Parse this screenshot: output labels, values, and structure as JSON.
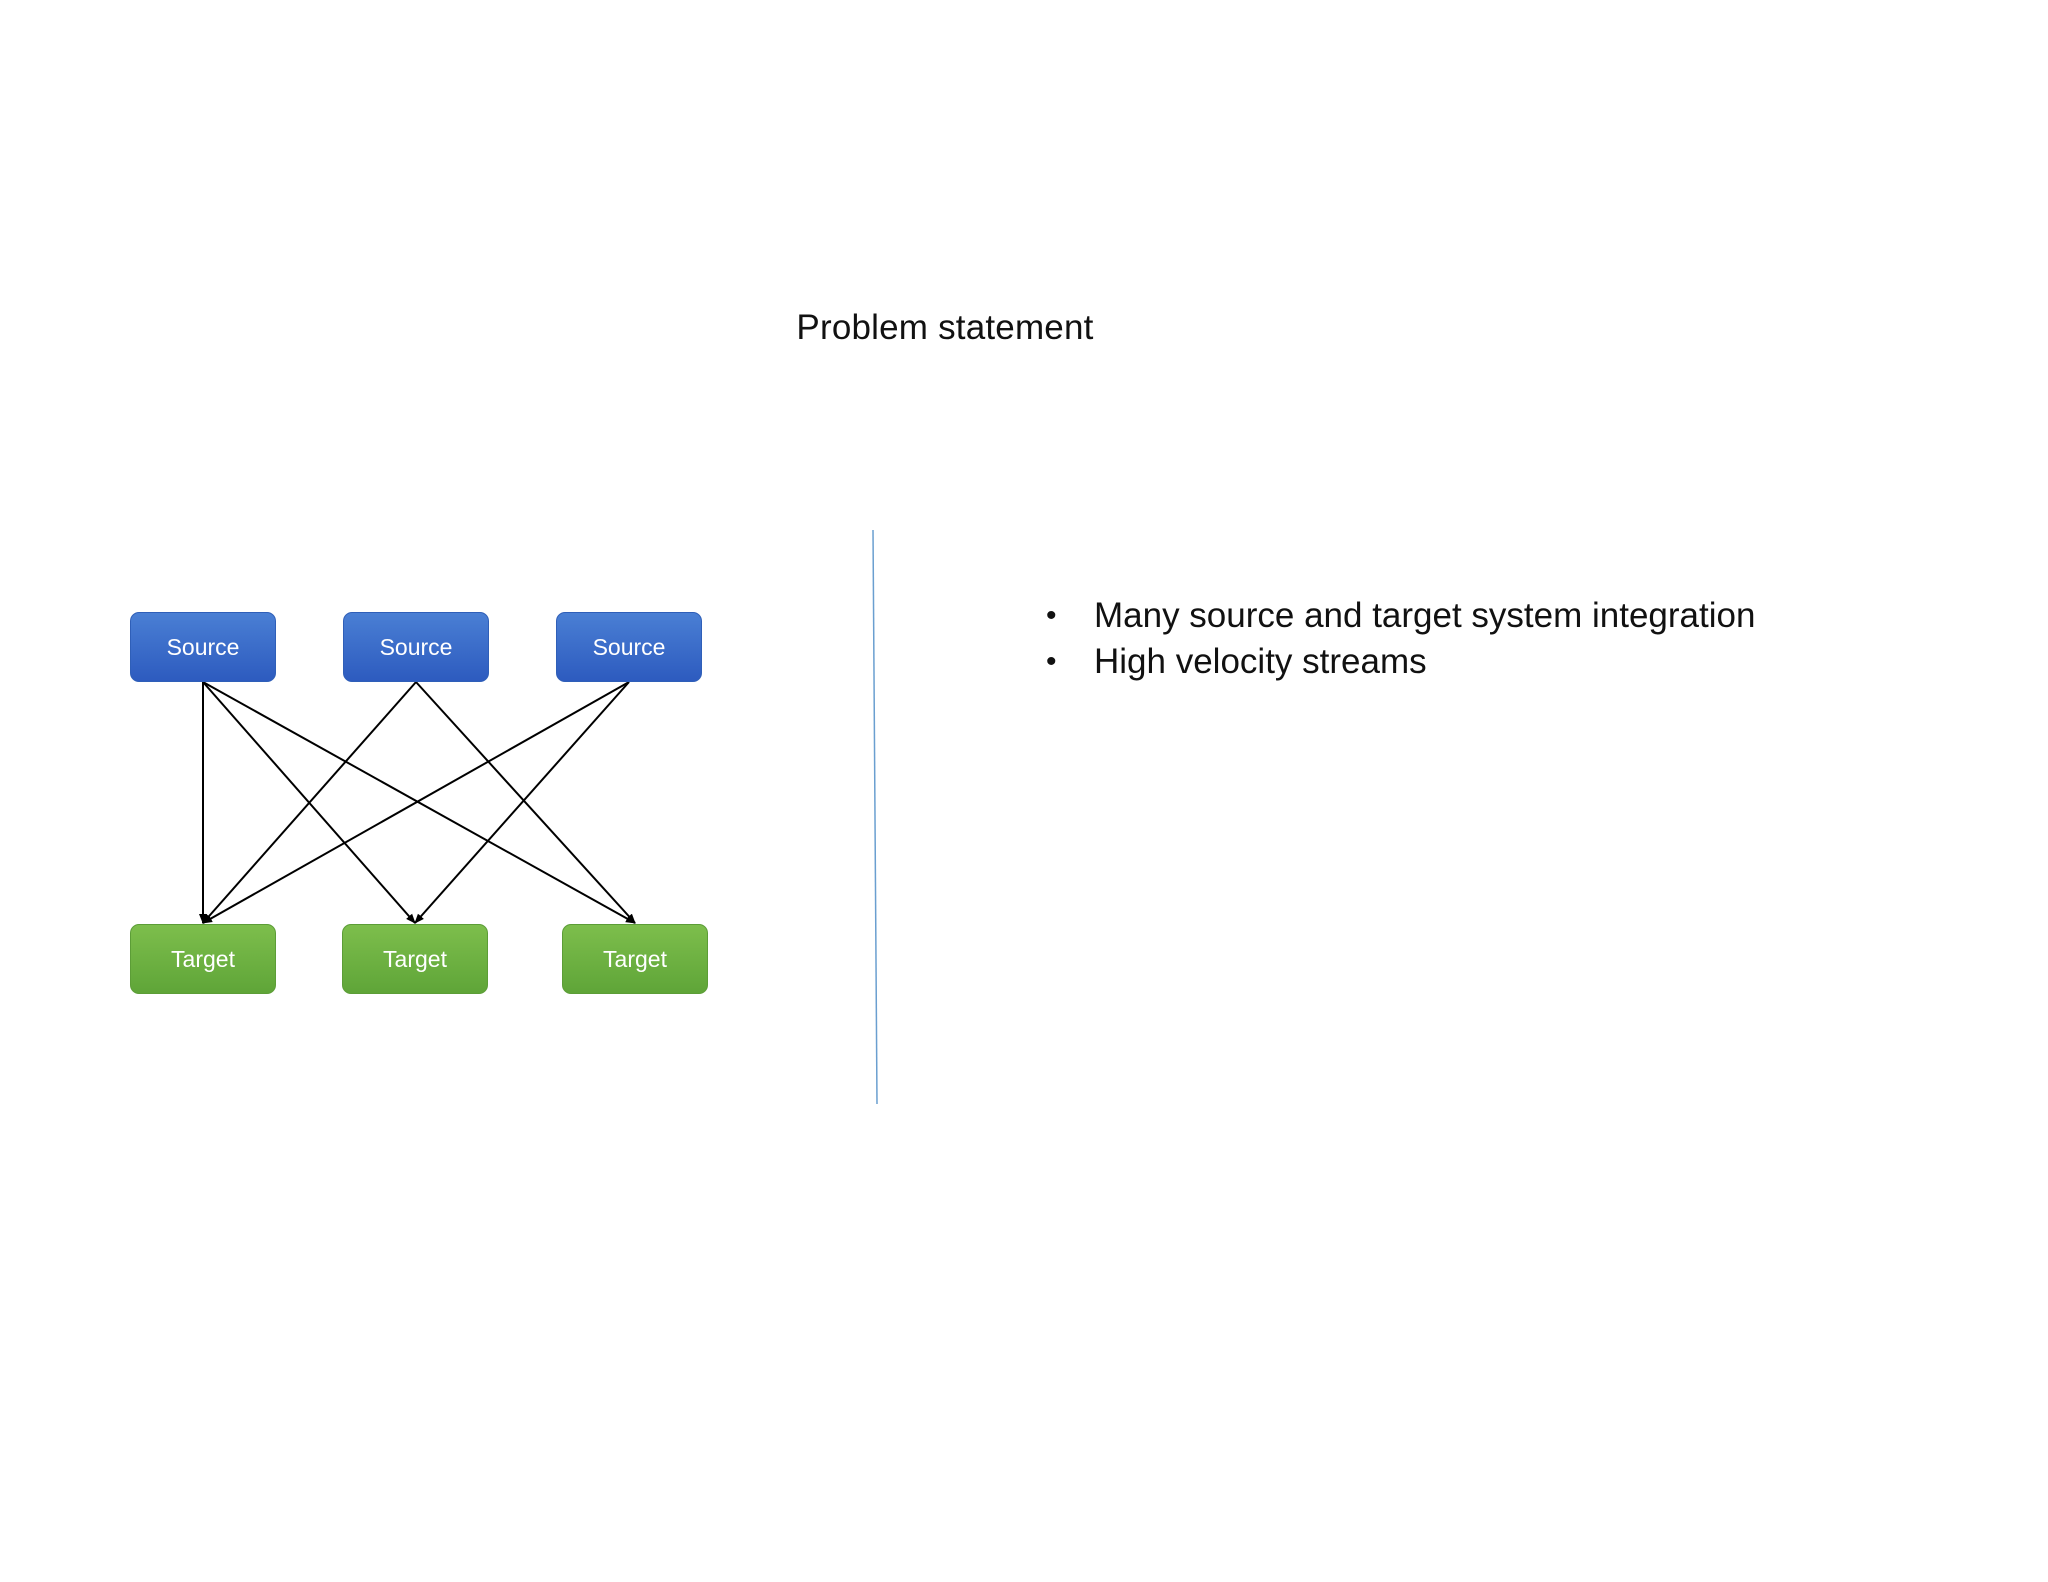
{
  "slide": {
    "title": "Problem statement",
    "diagram": {
      "sources": [
        "Source",
        "Source",
        "Source"
      ],
      "targets": [
        "Target",
        "Target",
        "Target"
      ],
      "connections": [
        {
          "from": 0,
          "to": 0
        },
        {
          "from": 0,
          "to": 1
        },
        {
          "from": 0,
          "to": 2
        },
        {
          "from": 1,
          "to": 0
        },
        {
          "from": 1,
          "to": 2
        },
        {
          "from": 2,
          "to": 0
        },
        {
          "from": 2,
          "to": 1
        }
      ],
      "colors": {
        "source": "#2d5bbf",
        "target": "#5fa538",
        "arrow": "#000000",
        "divider": "#6a9fd0"
      }
    },
    "bullets": [
      "Many source and target system integration",
      "High velocity streams"
    ],
    "bullet_glyph": "•"
  }
}
